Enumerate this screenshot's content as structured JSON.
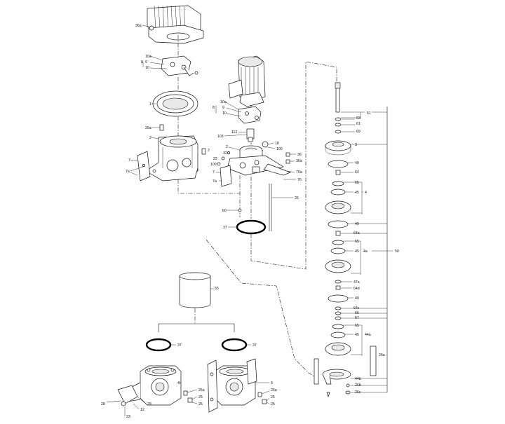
{
  "labels": {
    "l36a_top": "36a",
    "l10a_a": "10a",
    "l8_a": "8",
    "l9_a": "9",
    "l10_a": "10",
    "l1": "1",
    "l25a": "25a",
    "l2_a": "2",
    "l7_a": "7",
    "l7a_a": "7a",
    "l10a_b": "10a",
    "l8_b": "8",
    "l9_b": "9",
    "l10_b": "10",
    "l103": "103",
    "l112": "112",
    "l2_b": "2",
    "l18": "18",
    "l100_a": "100",
    "l32": "32",
    "l22": "22",
    "l100_b": "100",
    "l7_b": "7",
    "l7a_b": "7a",
    "l36_m": "36",
    "l36a_m": "36a",
    "l76a": "76a",
    "l76": "76",
    "l26": "26",
    "l60": "60",
    "l37_top": "37",
    "l55": "55",
    "l37_l": "37",
    "l37_r": "37",
    "l6_l": "6",
    "l6_r": "6",
    "l25a_l": "25a",
    "l25_l": "25",
    "l25a_r": "25a",
    "l25_r": "25",
    "l29": "29",
    "l12": "12",
    "l23": "23",
    "l28": "28",
    "l51": "51",
    "l62": "62",
    "l61": "61",
    "l69": "69",
    "l3": "3",
    "l49_a": "49",
    "l64": "64",
    "l65_a": "65",
    "l45_a": "45",
    "l4": "4",
    "l49_b": "49",
    "l64a": "64a",
    "l65_b": "65",
    "l45_b": "45",
    "l4a": "4a",
    "l50": "50",
    "l47a": "47a",
    "l64d": "64d",
    "l49_c": "49",
    "l64c": "64c",
    "l66": "66",
    "l67": "67",
    "l65_c": "65",
    "l45_c": "45",
    "l44a": "44a",
    "l26a": "26a",
    "l44b": "44b",
    "l26b": "26b",
    "l26c": "26c"
  }
}
